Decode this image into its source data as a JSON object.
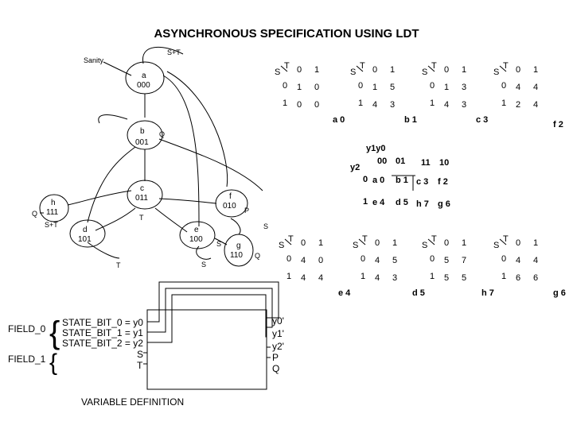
{
  "title": "ASYNCHRONOUS SPECIFICATION USING LDT",
  "fsm": {
    "states": [
      {
        "name": "a",
        "code": "000"
      },
      {
        "name": "b",
        "code": "001"
      },
      {
        "name": "c",
        "code": "011"
      },
      {
        "name": "d",
        "code": "101"
      },
      {
        "name": "e",
        "code": "100"
      },
      {
        "name": "f",
        "code": "010"
      },
      {
        "name": "g",
        "code": "110"
      },
      {
        "name": "h",
        "code": "111"
      }
    ],
    "edge_labels": {
      "sanity": "Sanity",
      "st_top": "S+T",
      "q_b": "Q",
      "q_h": "Q",
      "q_g": "Q",
      "p_f": "P",
      "st_h": "S+T",
      "t_c": "T",
      "t_d": "T",
      "s_e": "S",
      "s_e2": "S",
      "s_g": "S"
    }
  },
  "kmaps_top": [
    {
      "S": "S",
      "T": "T",
      "cols": [
        "0",
        "1"
      ],
      "rows": [
        {
          "r": "0",
          "c": [
            "1",
            "0"
          ]
        },
        {
          "r": "1",
          "c": [
            "0",
            "0"
          ]
        }
      ],
      "name": ""
    },
    {
      "S": "S",
      "T": "T",
      "cols": [
        "0",
        "1"
      ],
      "rows": [
        {
          "r": "0",
          "c": [
            "1",
            "5"
          ]
        },
        {
          "r": "1",
          "c": [
            "4",
            "3"
          ]
        }
      ],
      "name": "a 0"
    },
    {
      "S": "S",
      "T": "T",
      "cols": [
        "0",
        "1"
      ],
      "rows": [
        {
          "r": "0",
          "c": [
            "1",
            "3"
          ]
        },
        {
          "r": "1",
          "c": [
            "4",
            "3"
          ]
        }
      ],
      "name": "b 1"
    },
    {
      "S": "S",
      "T": "T",
      "cols": [
        "0",
        "1"
      ],
      "rows": [
        {
          "r": "0",
          "c": [
            "4",
            "4"
          ]
        },
        {
          "r": "1",
          "c": [
            "2",
            "4"
          ]
        }
      ],
      "name": "c 3"
    }
  ],
  "kmap_top_last_label": "f 2",
  "encoding_map": {
    "col_header": "y1y0",
    "row_header": "y2",
    "cols": [
      "00",
      "01",
      "11",
      "10"
    ],
    "rows": [
      {
        "r": "0",
        "c": [
          "a 0",
          "b 1",
          "c 3",
          "f 2"
        ]
      },
      {
        "r": "1",
        "c": [
          "e 4",
          "d 5",
          "h 7",
          "g 6"
        ]
      }
    ]
  },
  "kmaps_bottom": [
    {
      "S": "S",
      "T": "T",
      "cols": [
        "0",
        "1"
      ],
      "rows": [
        {
          "r": "0",
          "c": [
            "4",
            "0"
          ]
        },
        {
          "r": "1",
          "c": [
            "4",
            "4"
          ]
        }
      ],
      "name": "e 4"
    },
    {
      "S": "S",
      "T": "T",
      "cols": [
        "0",
        "1"
      ],
      "rows": [
        {
          "r": "0",
          "c": [
            "4",
            "5"
          ]
        },
        {
          "r": "1",
          "c": [
            "4",
            "3"
          ]
        }
      ],
      "name": "d 5"
    },
    {
      "S": "S",
      "T": "T",
      "cols": [
        "0",
        "1"
      ],
      "rows": [
        {
          "r": "0",
          "c": [
            "5",
            "7"
          ]
        },
        {
          "r": "1",
          "c": [
            "5",
            "5"
          ]
        }
      ],
      "name": "h 7"
    },
    {
      "S": "S",
      "T": "T",
      "cols": [
        "0",
        "1"
      ],
      "rows": [
        {
          "r": "0",
          "c": [
            "4",
            "4"
          ]
        },
        {
          "r": "1",
          "c": [
            "6",
            "6"
          ]
        }
      ],
      "name": "g 6"
    }
  ],
  "variables": {
    "field0": "FIELD_0",
    "field1": "FIELD_1",
    "inputs": [
      "STATE_BIT_0 = y0",
      "STATE_BIT_1 = y1",
      "STATE_BIT_2 = y2",
      "S",
      "T"
    ],
    "outputs": [
      "y0'",
      "y1'",
      "y2'",
      "P",
      "Q"
    ],
    "caption": "VARIABLE DEFINITION"
  }
}
